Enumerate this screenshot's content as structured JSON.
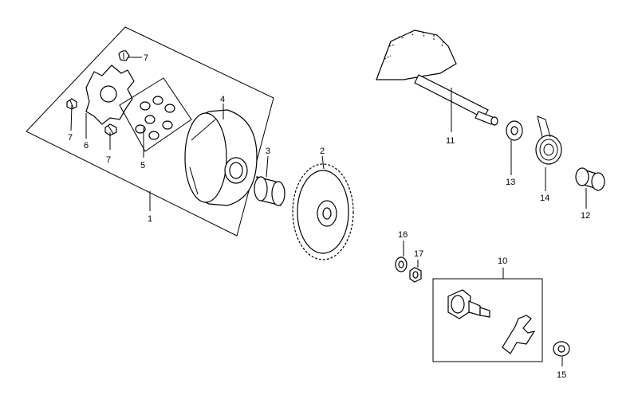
{
  "callouts": {
    "c1": "1",
    "c2": "2",
    "c3": "3",
    "c4": "4",
    "c5": "5",
    "c6": "6",
    "c7a": "7",
    "c7b": "7",
    "c7c": "7",
    "c10": "10",
    "c11": "11",
    "c12": "12",
    "c13": "13",
    "c14": "14",
    "c15": "15",
    "c16": "16",
    "c17": "17"
  },
  "colors": {
    "line": "#000000",
    "background": "#ffffff"
  }
}
